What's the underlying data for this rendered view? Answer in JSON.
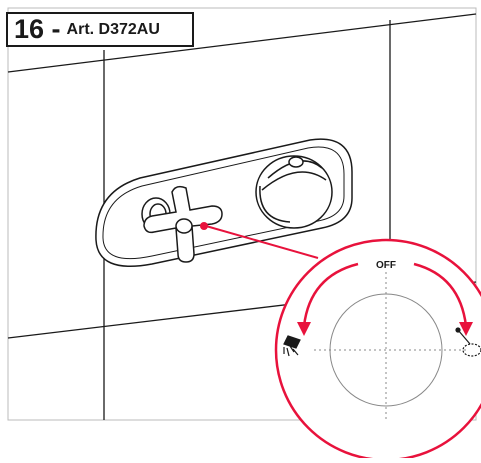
{
  "title": {
    "number": "16 -",
    "article": "Art. D372AU"
  },
  "dial": {
    "off_label": "OFF"
  },
  "icons": [
    "shower-head-icon",
    "handheld-shower-icon"
  ],
  "colors": {
    "line": "#1a1a1a",
    "accent": "#e8123c",
    "guide": "#999999",
    "frame": "#bbbbbb"
  }
}
